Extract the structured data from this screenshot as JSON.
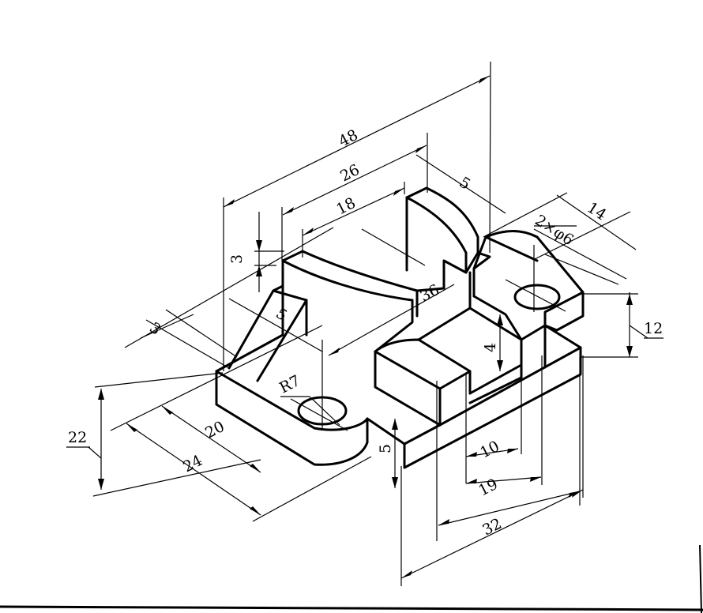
{
  "drawing": {
    "stroke_color": "#000000",
    "background_color": "#ffffff",
    "dimensions": [
      {
        "id": "overall-length",
        "text": "48"
      },
      {
        "id": "span-26",
        "text": "26"
      },
      {
        "id": "arc-span-18",
        "text": "18"
      },
      {
        "id": "rib-5-top",
        "text": "5"
      },
      {
        "id": "hole-offset-14",
        "text": "14"
      },
      {
        "id": "hole-spec",
        "text": "2×φ6"
      },
      {
        "id": "height-3-left",
        "text": "3"
      },
      {
        "id": "depth-36",
        "text": "36"
      },
      {
        "id": "rib-3",
        "text": "3"
      },
      {
        "id": "rib-5-left",
        "text": "5"
      },
      {
        "id": "groove-depth-4",
        "text": "4"
      },
      {
        "id": "height-12",
        "text": "12"
      },
      {
        "id": "height-22",
        "text": "22"
      },
      {
        "id": "radius-r7",
        "text": "R7"
      },
      {
        "id": "width-20",
        "text": "20"
      },
      {
        "id": "width-24",
        "text": "24"
      },
      {
        "id": "base-thickness-5",
        "text": "5"
      },
      {
        "id": "slot-10",
        "text": "10"
      },
      {
        "id": "slot-19",
        "text": "19"
      },
      {
        "id": "span-32",
        "text": "32"
      }
    ]
  }
}
